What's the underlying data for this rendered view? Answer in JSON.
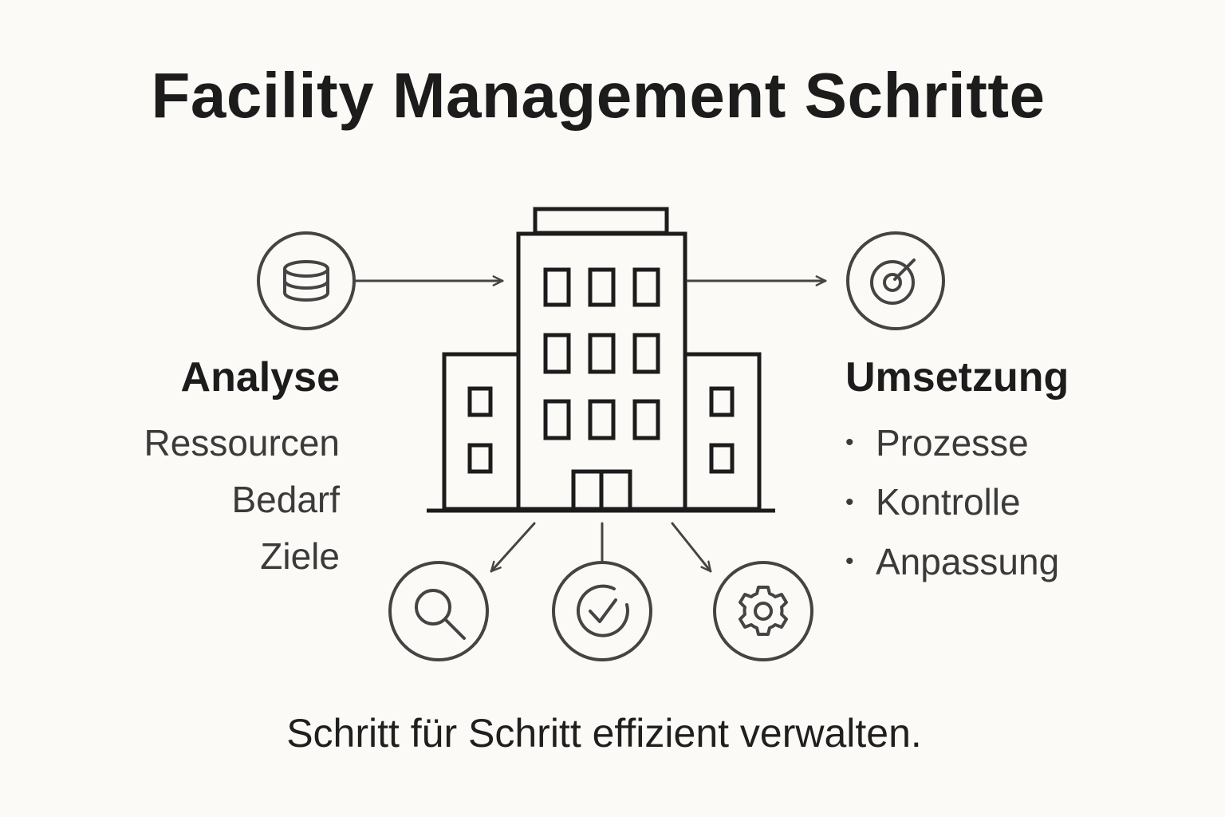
{
  "title": "Facility Management Schritte",
  "left": {
    "heading": "Analyse",
    "items": [
      "Ressourcen",
      "Bedarf",
      "Ziele"
    ]
  },
  "right": {
    "heading": "Umsetzung",
    "bullet": "•",
    "items": [
      "Prozesse",
      "Kontrolle",
      "Anpassung"
    ]
  },
  "tagline": "Schritt für Schritt effizient verwalten.",
  "icons": {
    "left": "database-icon",
    "right": "target-icon",
    "bottom": [
      "search-icon",
      "check-circle-icon",
      "gear-icon"
    ],
    "center": "office-building-icon"
  },
  "colors": {
    "background": "#fcfaf6",
    "ink": "#1f1f1f",
    "icon_stroke": "#444444"
  }
}
